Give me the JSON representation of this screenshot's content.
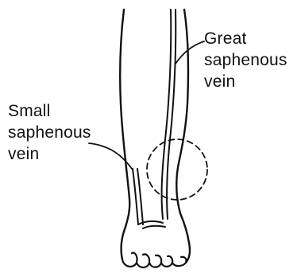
{
  "labels": {
    "great_saphenous": [
      "Great",
      "saphenous",
      "vein"
    ],
    "small_saphenous": [
      "Small",
      "saphenous",
      "vein"
    ]
  },
  "colors": {
    "ink": "#111111",
    "background": "#ffffff"
  }
}
